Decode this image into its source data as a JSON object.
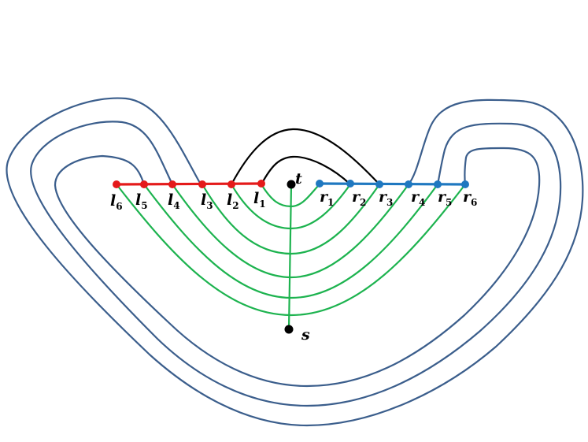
{
  "colors": {
    "curve": "#3B5E8C",
    "arc": "#000000",
    "left_path": "#E41A1A",
    "right_path": "#1F78C0",
    "green": "#1DB34F",
    "vertex": "#000000"
  },
  "labels": {
    "t": "t",
    "s": "s",
    "left": [
      {
        "base": "l",
        "sub": "1"
      },
      {
        "base": "l",
        "sub": "2"
      },
      {
        "base": "l",
        "sub": "3"
      },
      {
        "base": "l",
        "sub": "4"
      },
      {
        "base": "l",
        "sub": "5"
      },
      {
        "base": "l",
        "sub": "6"
      }
    ],
    "right": [
      {
        "base": "r",
        "sub": "1"
      },
      {
        "base": "r",
        "sub": "2"
      },
      {
        "base": "r",
        "sub": "3"
      },
      {
        "base": "r",
        "sub": "4"
      },
      {
        "base": "r",
        "sub": "5"
      },
      {
        "base": "r",
        "sub": "6"
      }
    ]
  }
}
